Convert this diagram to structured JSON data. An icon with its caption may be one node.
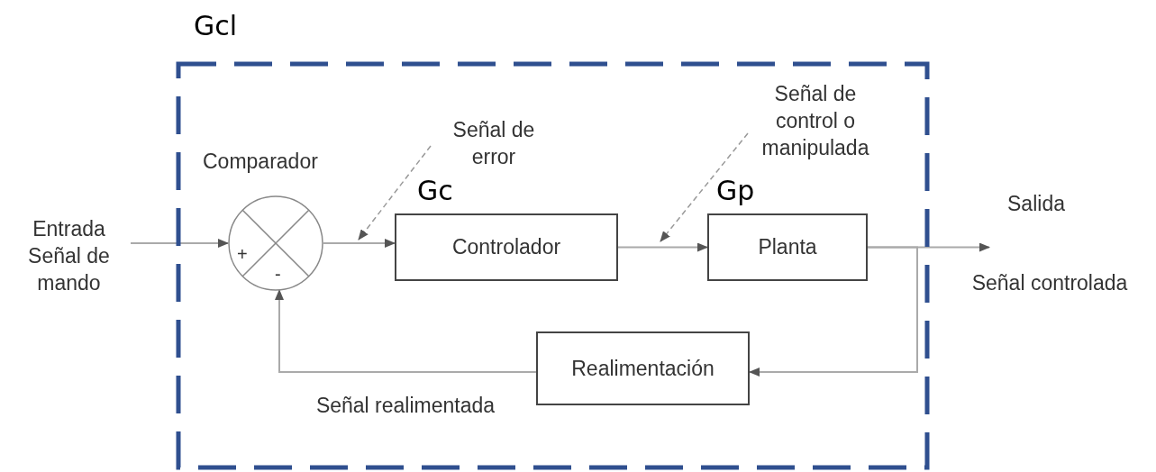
{
  "diagram": {
    "nodes": [
      {
        "text": [
          "Gcl"
        ]
      },
      {
        "text": [
          "Entrada Señal de mando"
        ]
      },
      {
        "text": [
          "+",
          "-"
        ],
        "in": 0,
        "beside": [
          "Comparador"
        ]
      },
      {
        "text": [
          "Controlador"
        ],
        "in": 0,
        "beside": [
          "Gc"
        ]
      },
      {
        "text": [
          "Planta"
        ],
        "in": 0,
        "beside": [
          "Gp"
        ]
      },
      {
        "text": [
          "Realimentación"
        ],
        "in": 0
      },
      {
        "text": [
          "Señal de error"
        ],
        "in": 0
      },
      {
        "text": [
          "Señal de control o manipulada"
        ],
        "in": 0
      }
    ],
    "edges": [
      {
        "from": 1,
        "to": 2,
        "arrow": "to"
      },
      {
        "from": 2,
        "to": 3,
        "arrow": "to"
      },
      {
        "from": 3,
        "to": 4,
        "arrow": "to"
      },
      {
        "from": 4,
        "to": null,
        "arrow": "to"
      },
      {
        "from": 4,
        "to": 5,
        "arrow": "to"
      },
      {
        "from": 5,
        "to": 2,
        "arrow": "to"
      },
      {
        "from": 6,
        "to": null,
        "arrow": "to",
        "style": "dashed"
      },
      {
        "from": 7,
        "to": null,
        "arrow": "to",
        "style": "dashed"
      }
    ],
    "labels": [
      "Salida",
      "Señal controlada",
      "Señal realimentada"
    ]
  }
}
